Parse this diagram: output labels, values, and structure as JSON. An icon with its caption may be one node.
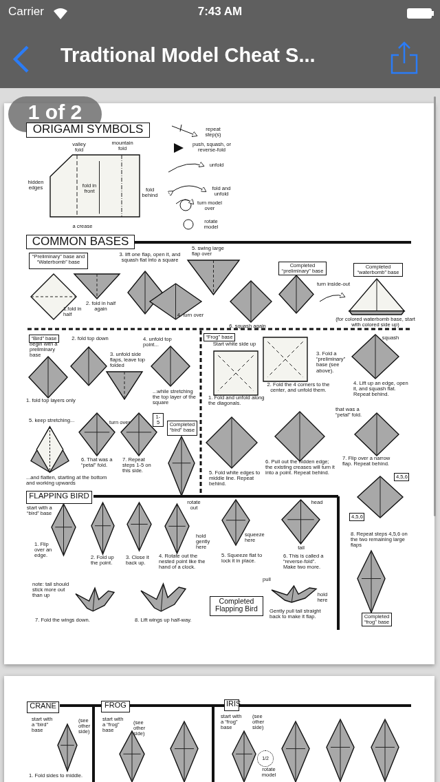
{
  "diagram": {
    "title": "Tradtional Model Cheat S...",
    "nodes": [
      {
        "text": [
          "1 of 2"
        ]
      },
      {
        "text": [
          "ORIGAMI SYMBOLS"
        ]
      },
      {
        "text": [
          "COMMON BASES"
        ]
      },
      {
        "text": [
          "“Preliminary” base and “Waterbomb” base"
        ]
      },
      {
        "text": [
          "Completed “preliminary” base"
        ]
      },
      {
        "text": [
          "Completed “waterbomb” base"
        ]
      },
      {
        "text": [
          "“Bird” base"
        ]
      },
      {
        "text": [
          "“Frog” base"
        ]
      },
      {
        "text": [
          "1-5"
        ]
      },
      {
        "text": [
          "Completed “bird” base"
        ]
      },
      {
        "text": [
          "4,5,6"
        ]
      },
      {
        "text": [
          "FLAPPING BIRD"
        ]
      },
      {
        "text": [
          "4,5,6"
        ]
      },
      {
        "text": [
          "Completed Flapping Bird"
        ]
      },
      {
        "text": [
          "Completed “frog” base"
        ]
      },
      {
        "text": [
          "CRANE"
        ]
      },
      {
        "text": [
          "FROG"
        ]
      },
      {
        "text": [
          "IRIS"
        ]
      },
      {
        "text": [
          "1/2"
        ]
      }
    ],
    "edges": [],
    "labels": [
      "Carrier",
      "7:43 AM",
      "repeat step(s)",
      "valley fold",
      "mountain fold",
      "push, squash, or reverse-fold",
      "unfold",
      "hidden edges",
      "fold in front",
      "fold behind",
      "fold and unfold",
      "turn model over",
      "a crease",
      "rotate model",
      "3. lift one flap, open it, and squash flat into a square",
      "5. swing large flap over",
      "turn inside-out",
      "2. fold in half again",
      "1.fold in half",
      "4. turn over",
      "6. squash again",
      "(for colored waterbomb base, start with colored side up)",
      "2. fold top down",
      "4. unfold top point...",
      "squash",
      "begin with a preliminary base",
      "Start white side up",
      "3. unfold side flaps, leave top folded",
      "3. Fold a “preliminary” base (see above).",
      "2. Fold the 4 corners to the center, and unfold them.",
      "4. Lift up an edge, open it, and squash flat. Repeat behind.",
      "...while stretching the top layer of the square",
      "1. fold top layers only",
      "1. Fold and unfold along the diagonals.",
      "that was a “petal” fold.",
      "5. keep stretching...",
      "turn over",
      "6. That was a “petal” fold.",
      "7. Repeat steps 1-5 on this side.",
      "6. Pull out the hidden edge; the existing creases will turn it into a point. Repeat behind.",
      "7. Flip over a narrow flap. Repeat behind.",
      "...and flatten, starting at the bottom and working upwards",
      "5. Fold white edges to middle line. Repeat behind.",
      "rotate out",
      "head",
      "start with a “bird” base",
      "hold gently here",
      "squeeze here",
      "8. Repeat steps 4,5,6 on the two remaining large flaps",
      "1. Flip over an edge.",
      "tail",
      "2. Fold up the point.",
      "3. Close it back up.",
      "4. Rotate out the nested point like the hand of a clock.",
      "5. Squeeze flat to lock it in place.",
      "6. This is called a “reverse-fold”. Make two more.",
      "note: tail should stick more out than up",
      "pull",
      "hold here",
      "Gently pull tail straight back to make it flap.",
      "7. Fold the wings down.",
      "8. Lift wings up half-way.",
      "start with a “bird” base",
      "(see other side)",
      "start with a “frog” base",
      "(see other side)",
      "start with a “frog” base",
      "(see other side)",
      "rotate model",
      "1. Fold sides to middle."
    ]
  }
}
